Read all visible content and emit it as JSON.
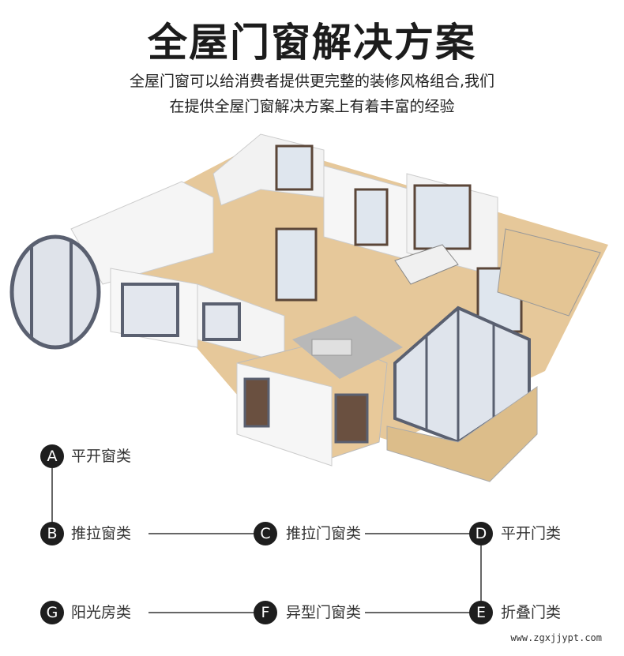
{
  "title": "全屋门窗解决方案",
  "subtitle_lines": [
    "全屋门窗可以给消费者提供更完整的装修风格组合,我们",
    "在提供全屋门窗解决方案上有着丰富的经验"
  ],
  "categories": [
    {
      "letter": "A",
      "label": "平开窗类"
    },
    {
      "letter": "B",
      "label": "推拉窗类"
    },
    {
      "letter": "C",
      "label": "推拉门窗类"
    },
    {
      "letter": "D",
      "label": "平开门类"
    },
    {
      "letter": "E",
      "label": "折叠门类"
    },
    {
      "letter": "F",
      "label": "异型门窗类"
    },
    {
      "letter": "G",
      "label": "阳光房类"
    }
  ],
  "watermark": "www.zgxjjypt.com",
  "colors": {
    "node": "#1e1e1e",
    "floor": "#e8c99a",
    "wall": "#f4f4f4",
    "frame": "#5a6070"
  }
}
